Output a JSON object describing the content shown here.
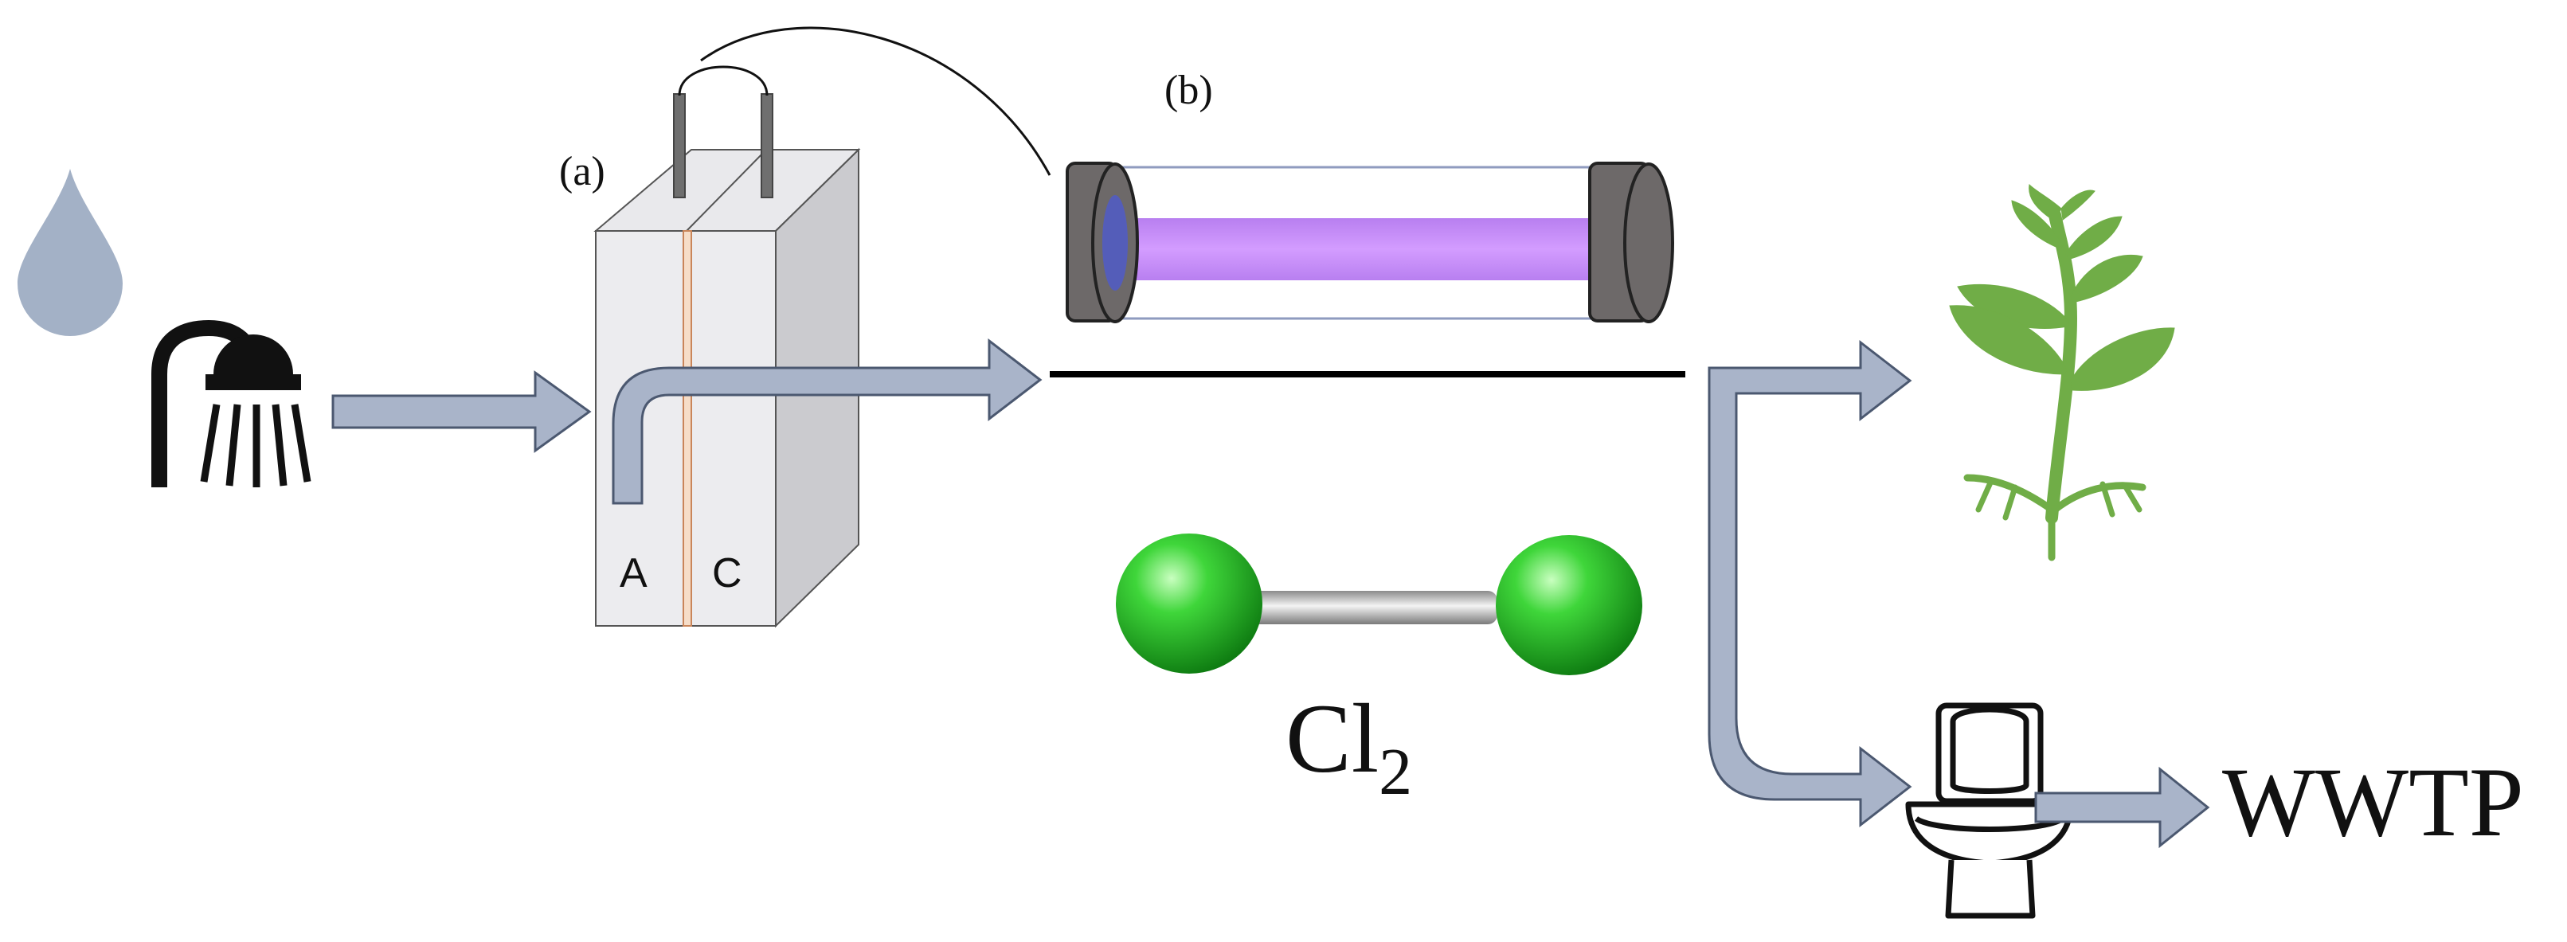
{
  "labels": {
    "cell": "(a)",
    "uv_lamp": "(b)",
    "anode": "A",
    "cathode": "C",
    "chlorine_base": "Cl",
    "chlorine_subscript": "2",
    "wwtp": "WWTP"
  },
  "colors": {
    "pipe_fill": "#a9b4c9",
    "pipe_edge": "#4b5870",
    "water_drop": "#a3b1c6",
    "uv_glow": "#c88cf5",
    "lamp_cap": "#6d6969",
    "plant_green": "#70ad47",
    "chlorine_green": "#2fbf2a"
  },
  "icons": [
    "water-drop-icon",
    "shower-icon",
    "plant-icon",
    "toilet-icon",
    "chlorine-molecule-icon"
  ]
}
